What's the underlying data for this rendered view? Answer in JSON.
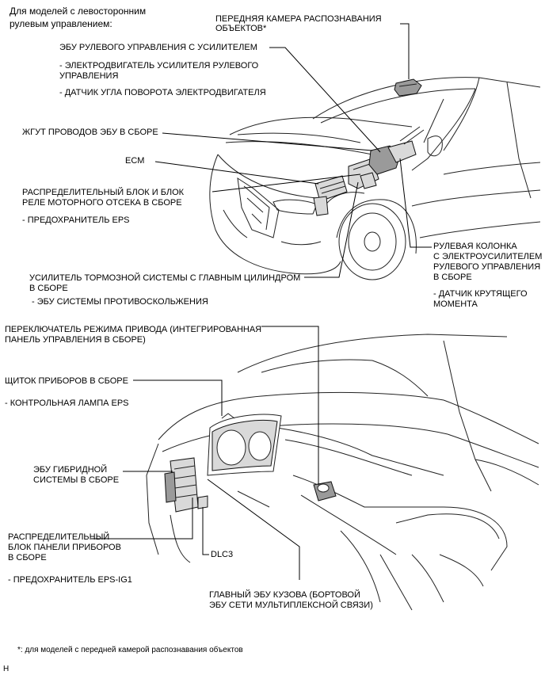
{
  "header": {
    "line1": "Для моделей с левосторонним",
    "line2": "рулевым управлением:"
  },
  "top_labels": {
    "camera_line1": "ПЕРЕДНЯЯ КАМЕРА РАСПОЗНАВАНИЯ",
    "camera_line2": "ОБЪЕКТОВ*",
    "eps_ecu": "ЭБУ РУЛЕВОГО УПРАВЛЕНИЯ С УСИЛИТЕЛЕМ",
    "eps_motor_line1": "- ЭЛЕКТРОДВИГАТЕЛЬ УСИЛИТЕЛЯ РУЛЕВОГО",
    "eps_motor_line2": "УПРАВЛЕНИЯ",
    "motor_angle_sensor": "- ДАТЧИК УГЛА ПОВОРОТА ЭЛЕКТРОДВИГАТЕЛЯ",
    "ecu_harness": "ЖГУТ ПРОВОДОВ ЭБУ В СБОРЕ",
    "ecm": "ECM",
    "engine_room_block_line1": "РАСПРЕДЕЛИТЕЛЬНЫЙ БЛОК И БЛОК",
    "engine_room_block_line2": "РЕЛЕ МОТОРНОГО ОТСЕКА В СБОРЕ",
    "eps_fuse": "- ПРЕДОХРАНИТЕЛЬ EPS",
    "steering_column_line1": "РУЛЕВАЯ КОЛОНКА",
    "steering_column_line2": "С ЭЛЕКТРОУСИЛИТЕЛЕМ",
    "steering_column_line3": "РУЛЕВОГО УПРАВЛЕНИЯ",
    "steering_column_line4": "В СБОРЕ",
    "torque_sensor_line1": "- ДАТЧИК КРУТЯЩЕГО",
    "torque_sensor_line2": "МОМЕНТА",
    "brake_booster_line1": "УСИЛИТЕЛЬ ТОРМОЗНОЙ СИСТЕМЫ С ГЛАВНЫМ ЦИЛИНДРОМ",
    "brake_booster_line2": "В СБОРЕ",
    "skid_control_ecu": "- ЭБУ СИСТЕМЫ ПРОТИВОСКОЛЬЖЕНИЯ"
  },
  "bottom_labels": {
    "drive_mode_line1": "ПЕРЕКЛЮЧАТЕЛЬ РЕЖИМА ПРИВОДА (ИНТЕГРИРОВАННАЯ",
    "drive_mode_line2": "ПАНЕЛЬ УПРАВЛЕНИЯ В СБОРЕ)",
    "meter_line1": "ЩИТОК ПРИБОРОВ В СБОРЕ",
    "eps_warning_lamp": "- КОНТРОЛЬНАЯ ЛАМПА EPS",
    "hybrid_ecu_line1": "ЭБУ ГИБРИДНОЙ",
    "hybrid_ecu_line2": "СИСТЕМЫ В СБОРЕ",
    "ip_junction_line1": "РАСПРЕДЕЛИТЕЛЬНЫЙ",
    "ip_junction_line2": "БЛОК ПАНЕЛИ ПРИБОРОВ",
    "ip_junction_line3": "В СБОРЕ",
    "eps_ig1_fuse": "- ПРЕДОХРАНИТЕЛЬ EPS-IG1",
    "dlc3": "DLC3",
    "main_body_ecu_line1": "ГЛАВНЫЙ ЭБУ КУЗОВА (БОРТОВОЙ",
    "main_body_ecu_line2": "ЭБУ СЕТИ МУЛЬТИПЛЕКСНОЙ СВЯЗИ)"
  },
  "footnote": "*: для моделей с передней камерой распознавания объектов",
  "corner_mark": "H",
  "icons": [
    "vehicle-front-illustration",
    "instrument-panel-illustration"
  ]
}
